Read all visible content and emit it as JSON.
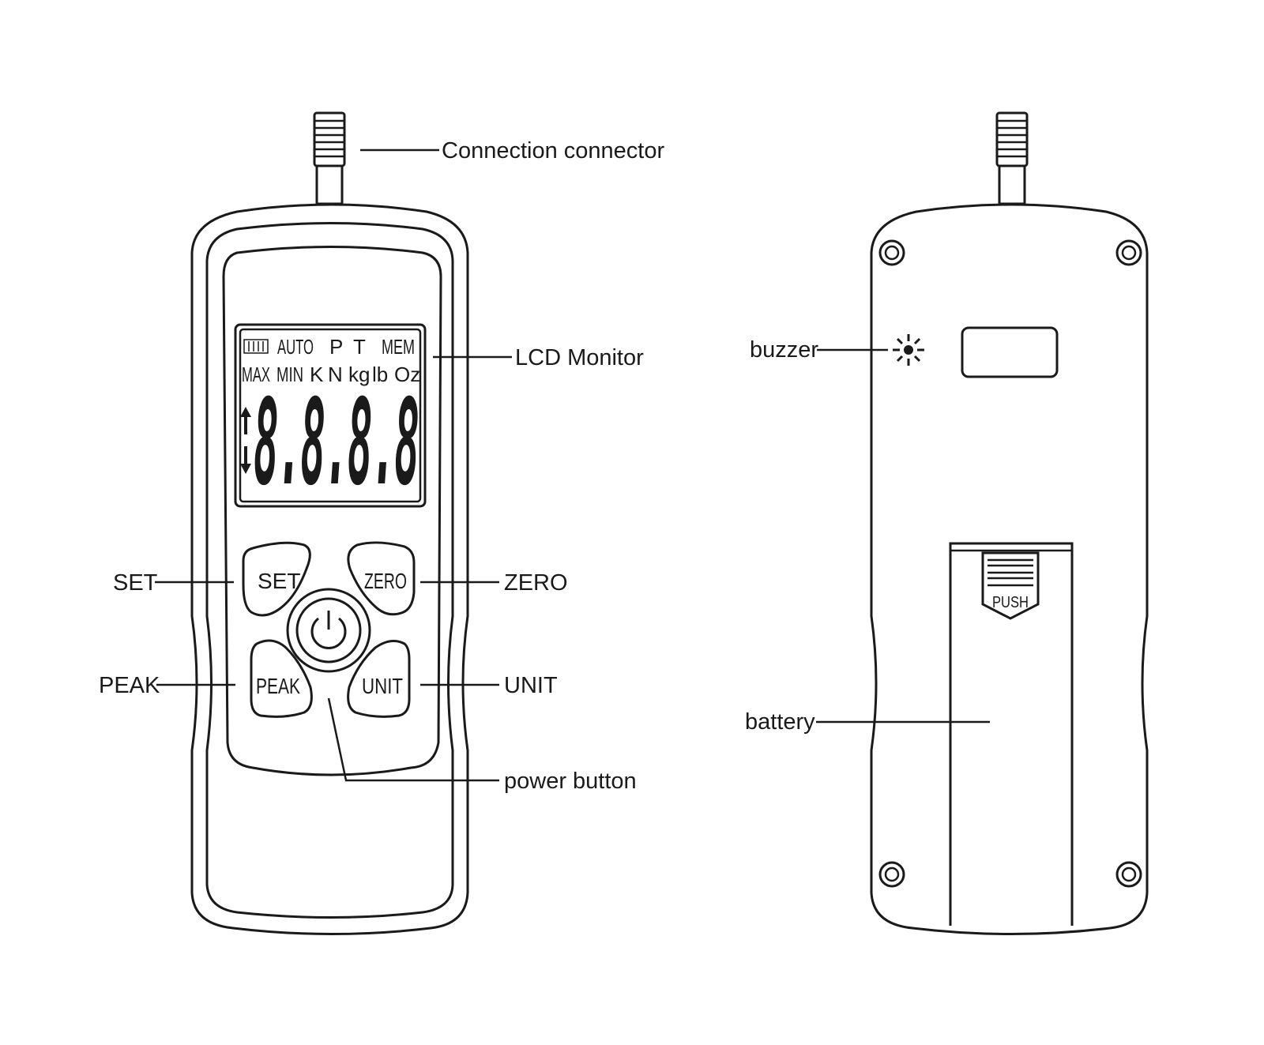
{
  "labels": {
    "connection_connector": "Connection connector",
    "lcd_monitor": "LCD Monitor",
    "set": "SET",
    "zero": "ZERO",
    "peak": "PEAK",
    "unit": "UNIT",
    "power_button": "power button",
    "buzzer": "buzzer",
    "battery": "battery"
  },
  "lcd": {
    "row1": [
      "AUTO",
      "P",
      "T",
      "MEM"
    ],
    "row2": [
      "MAX",
      "MIN",
      "K",
      "N",
      "kg",
      "lb",
      "Oz"
    ],
    "digits": "8.8.8.8"
  },
  "buttons": {
    "set": "SET",
    "zero": "ZERO",
    "peak": "PEAK",
    "unit": "UNIT"
  },
  "battery_cover": {
    "latch_text": "PUSH"
  },
  "icons": [
    "power-icon",
    "battery-level-icon",
    "up-arrow-icon",
    "down-arrow-icon",
    "buzzer-icon",
    "screw-icon"
  ]
}
